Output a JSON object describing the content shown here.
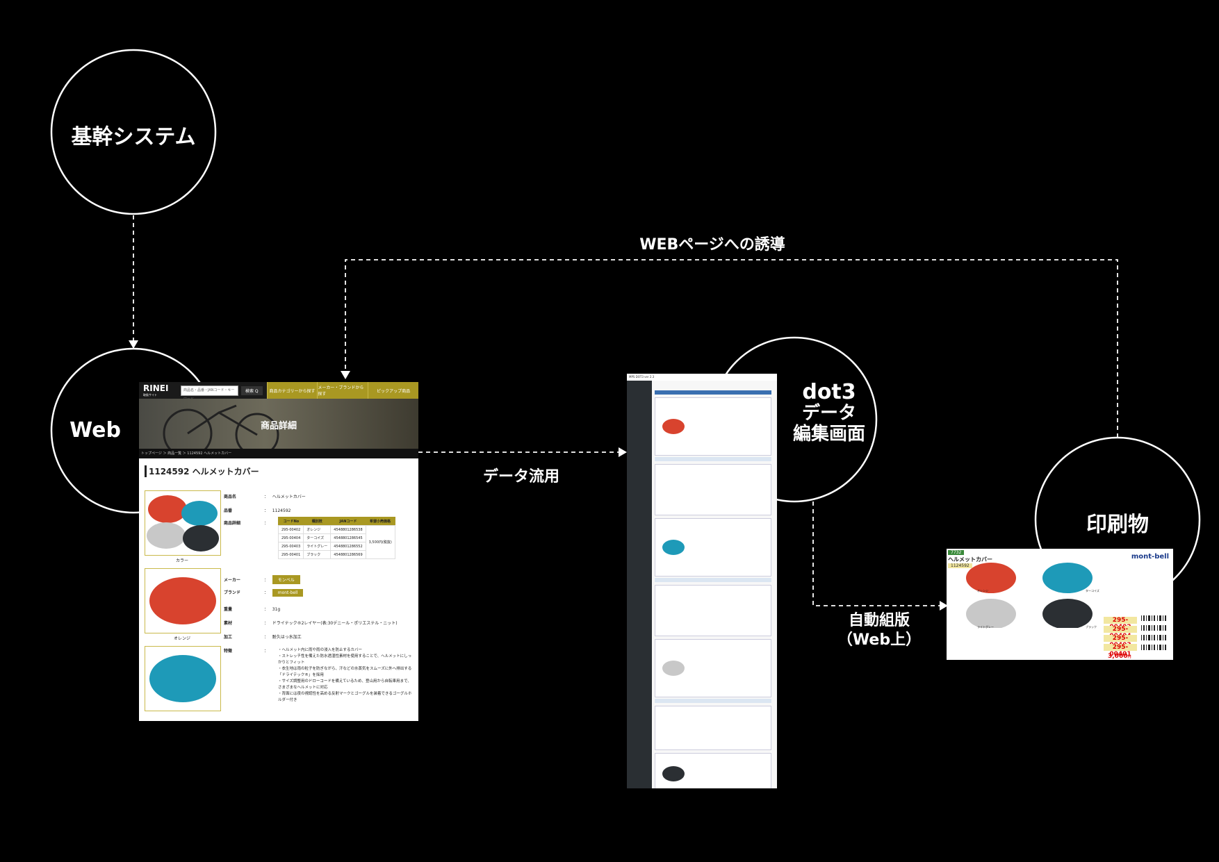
{
  "nodes": {
    "core": "基幹システム",
    "web": "Web",
    "dot3": [
      "dot3",
      "データ",
      "編集画面"
    ],
    "print": "印刷物"
  },
  "edges": {
    "guide": "WEBページへの誘導",
    "reuse": "データ流用",
    "auto": [
      "自動組版",
      "（Web上）"
    ]
  },
  "web_page": {
    "logo": "RINEI",
    "logo_sub": "取扱サイト",
    "search_placeholder": "商品名・品番・JANコード・キーワード",
    "search_button": "検索 Q",
    "nav": [
      "商品カテゴリーから探す",
      "メーカー・ブランドから探す",
      "ピックアップ商品"
    ],
    "hero_title": "商品詳細",
    "breadcrumb": "トップページ ＞ 商品一覧 ＞ 1124592 ヘルメットカバー",
    "product_title": "1124592 ヘルメットカバー",
    "captions": [
      "カラー",
      "オレンジ"
    ],
    "specs": [
      {
        "k": "商品名",
        "v": "ヘルメットカバー"
      },
      {
        "k": "品番",
        "v": "1124592"
      },
      {
        "k": "商品詳細",
        "v": ""
      }
    ],
    "table": {
      "headers": [
        "コードNo",
        "種別枝",
        "JANコード",
        "希望小売価格"
      ],
      "rows": [
        [
          "295-00402",
          "オレンジ",
          "4548801286538"
        ],
        [
          "295-00404",
          "ターコイズ",
          "4548801286545"
        ],
        [
          "295-00403",
          "ライトグレー",
          "4548801286552"
        ],
        [
          "295-00401",
          "ブラック",
          "4548801286569"
        ]
      ],
      "price": "3,500円(税抜)"
    },
    "maker_label": "メーカー",
    "maker": "モンベル",
    "brand_label": "ブランド",
    "brand": "mont-bell",
    "weight_label": "重量",
    "weight": "31g",
    "material_label": "素材",
    "material": "ドライテック®2レイヤー(表:30デニール・ポリエステル・ニット)",
    "finish_label": "加工",
    "finish": "耐久はっ水加工",
    "features_label": "特徴",
    "features": [
      "・ヘルメット内に雨や雨の浸入を防止するカバー",
      "・ストレッチ性を備えた防水透湿性素材を使用することで、ヘルメットにしっかりとフィット",
      "・衣生地は雨の粒子を防ぎながら、汗などの水蒸気をスムーズに外へ排出する「ドライテック®」を採用",
      "・サイズ調整用のドローコードを備えているため、登山用から自転車用まで、さまざまなヘルメットに対応",
      "・背面には夜の視認性を高める反射マークとゴーグルを装着できるゴーグルホルダー付き"
    ]
  },
  "dot3_screen": {
    "title": "MPS DOT3 ver 2.3"
  },
  "print_item": {
    "badge": "7732",
    "brand": "mont-bell",
    "title": "ヘルメットカバー",
    "item_no": "1124592",
    "colors": [
      "オレンジ",
      "ターコイズ",
      "ライトグレー",
      "ブラック"
    ],
    "codes": [
      "295-00402",
      "295-00404",
      "295-00403",
      "295-00401"
    ],
    "price": "3,000",
    "price_unit": "円"
  },
  "colors": {
    "background": "#000000",
    "line": "#ffffff",
    "gold": "#a99822",
    "helmet_orange": "#d8432e",
    "helmet_turquoise": "#1e9ab8",
    "helmet_gray": "#c8c8c8",
    "helmet_black": "#2b2f33"
  }
}
